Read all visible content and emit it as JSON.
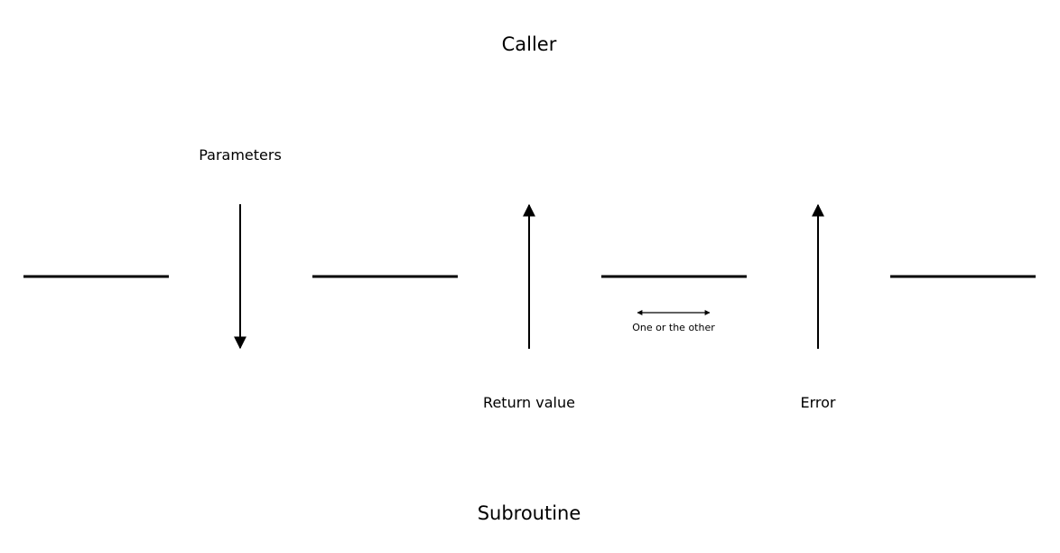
{
  "diagram": {
    "top_label": "Caller",
    "bottom_label": "Subroutine",
    "flows": {
      "parameters": "Parameters",
      "return_value": "Return value",
      "error": "Error"
    },
    "note": "One or the other",
    "stroke_color": "#000000",
    "background_color": "#ffffff"
  }
}
